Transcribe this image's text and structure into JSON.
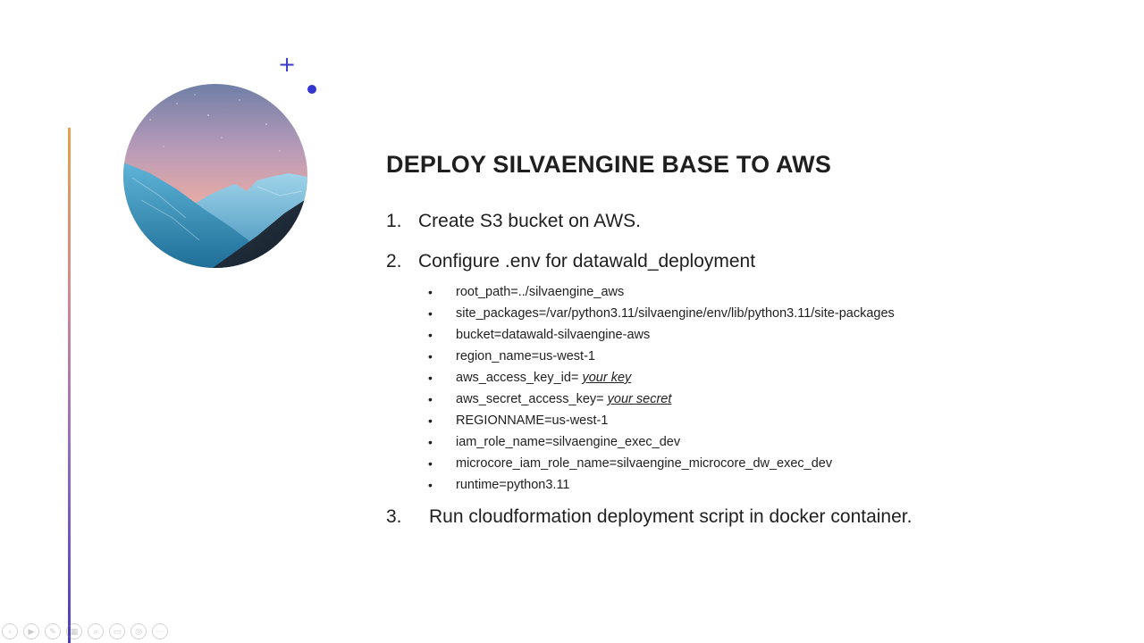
{
  "slide": {
    "title": "DEPLOY SILVAENGINE BASE TO AWS",
    "steps": [
      {
        "num": "1.",
        "text": "Create S3 bucket on AWS."
      },
      {
        "num": "2.",
        "text": "Configure .env for datawald_deployment"
      },
      {
        "num": "3.",
        "text": "Run cloudformation deployment script in docker container."
      }
    ],
    "bullet_glyph": "•",
    "env_items": [
      {
        "text": "root_path=../silvaengine_aws",
        "emphasis": ""
      },
      {
        "text": "site_packages=/var/python3.11/silvaengine/env/lib/python3.11/site-packages",
        "emphasis": ""
      },
      {
        "text": "bucket=datawald-silvaengine-aws",
        "emphasis": ""
      },
      {
        "text": "region_name=us-west-1",
        "emphasis": ""
      },
      {
        "text": "aws_access_key_id= ",
        "emphasis": "your key"
      },
      {
        "text": "aws_secret_access_key= ",
        "emphasis": "your secret"
      },
      {
        "text": "REGIONNAME=us-west-1",
        "emphasis": ""
      },
      {
        "text": "iam_role_name=silvaengine_exec_dev",
        "emphasis": ""
      },
      {
        "text": "microcore_iam_role_name=silvaengine_microcore_dw_exec_dev",
        "emphasis": ""
      },
      {
        "text": "runtime=python3.11",
        "emphasis": ""
      }
    ]
  },
  "decor": {
    "plus_glyph": "+",
    "accent_color": "#3535d0"
  },
  "toolbar": {
    "buttons": [
      {
        "name": "prev-slide-button",
        "icon": "chevron-left-icon",
        "glyph": "‹"
      },
      {
        "name": "next-slide-button",
        "icon": "play-icon",
        "glyph": "▶"
      },
      {
        "name": "pen-tool-button",
        "icon": "pen-icon",
        "glyph": "✎"
      },
      {
        "name": "slides-overview-button",
        "icon": "grid-icon",
        "glyph": "▦"
      },
      {
        "name": "zoom-button",
        "icon": "search-icon",
        "glyph": "⌕"
      },
      {
        "name": "subtitles-button",
        "icon": "caption-icon",
        "glyph": "▭"
      },
      {
        "name": "camera-button",
        "icon": "camera-off-icon",
        "glyph": "◎"
      },
      {
        "name": "more-options-button",
        "icon": "more-icon",
        "glyph": "⋯"
      }
    ]
  }
}
